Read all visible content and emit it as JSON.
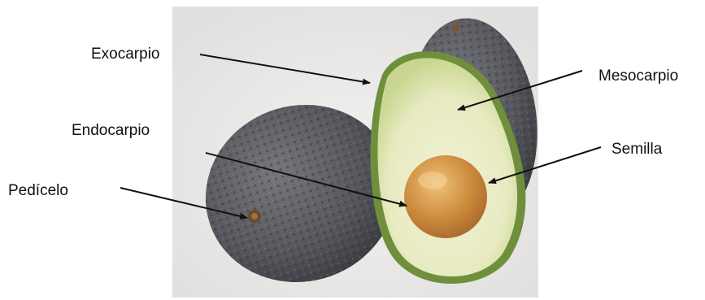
{
  "labels": {
    "exocarpio": "Exocarpio",
    "mesocarpio": "Mesocarpio",
    "endocarpio": "Endocarpio",
    "semilla": "Semilla",
    "pedicelo": "Pedícelo"
  },
  "colors": {
    "background": "#ffffff",
    "avocado_skin": "#55575c",
    "flesh": "#e9ecc4",
    "flesh_rim": "#7e9f4e",
    "seed": "#c88a3c",
    "arrow": "#111111"
  }
}
